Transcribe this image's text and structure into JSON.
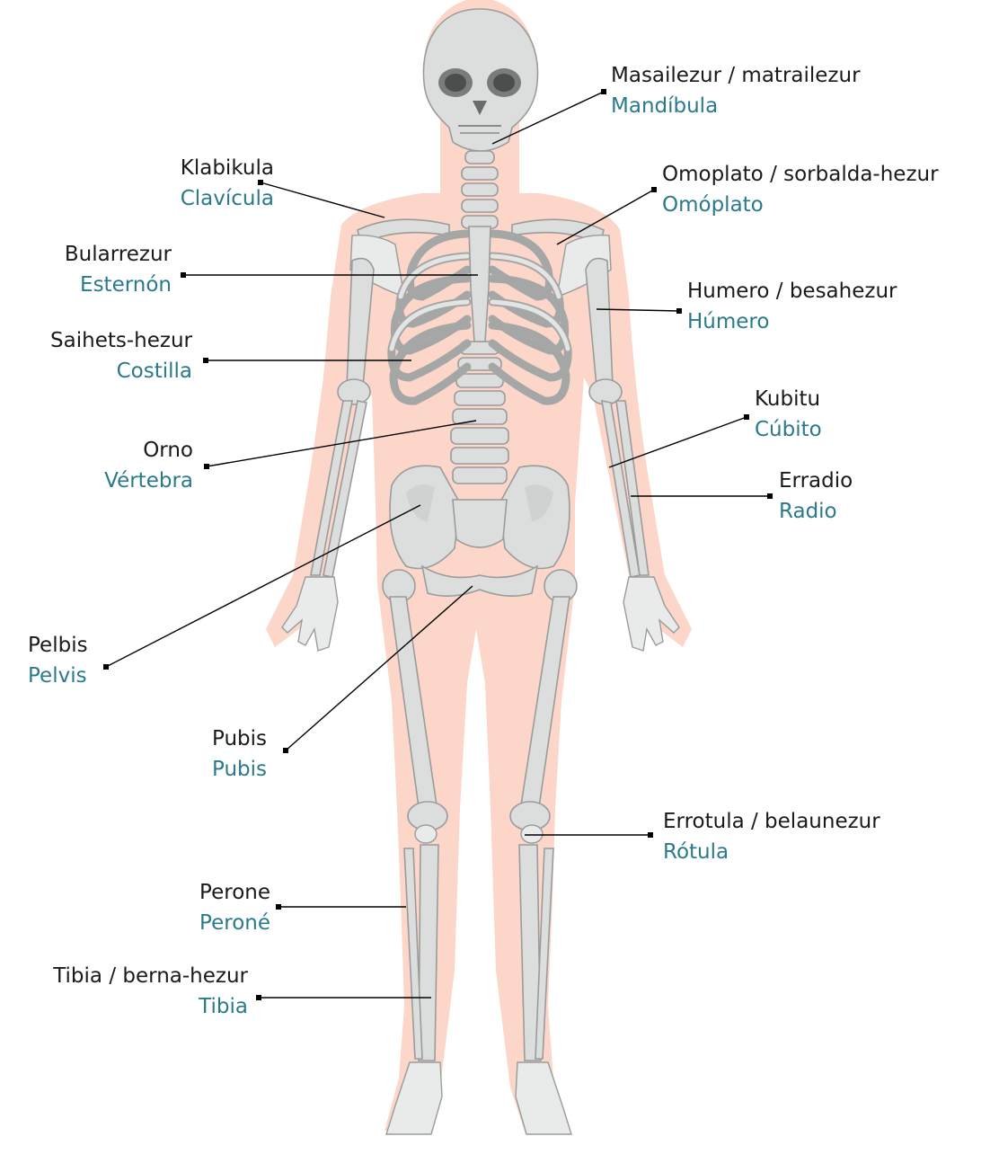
{
  "colors": {
    "body": "#fcd6c8",
    "bone": "#dcdedd",
    "bone_outline": "#9a9c9c",
    "label_basque": "#1a1a1a",
    "label_spanish": "#2b7a8c"
  },
  "labels": {
    "mandibula": {
      "eu": "Masailezur / matrailezur",
      "es": "Mandíbula"
    },
    "clavicula": {
      "eu": "Klabikula",
      "es": "Clavícula"
    },
    "omoplato": {
      "eu": "Omoplato / sorbalda-hezur",
      "es": "Omóplato"
    },
    "esternon": {
      "eu": "Bularrezur",
      "es": "Esternón"
    },
    "humero": {
      "eu": "Humero / besahezur",
      "es": "Húmero"
    },
    "costilla": {
      "eu": "Saihets-hezur",
      "es": "Costilla"
    },
    "cubito": {
      "eu": "Kubitu",
      "es": "Cúbito"
    },
    "vertebra": {
      "eu": "Orno",
      "es": "Vértebra"
    },
    "radio": {
      "eu": "Erradio",
      "es": "Radio"
    },
    "pelvis": {
      "eu": "Pelbis",
      "es": "Pelvis"
    },
    "pubis": {
      "eu": "Pubis",
      "es": "Pubis"
    },
    "rotula": {
      "eu": "Errotula / belaunezur",
      "es": "Rótula"
    },
    "perone": {
      "eu": "Perone",
      "es": "Peroné"
    },
    "tibia": {
      "eu": "Tibia / berna-hezur",
      "es": "Tibia"
    }
  }
}
